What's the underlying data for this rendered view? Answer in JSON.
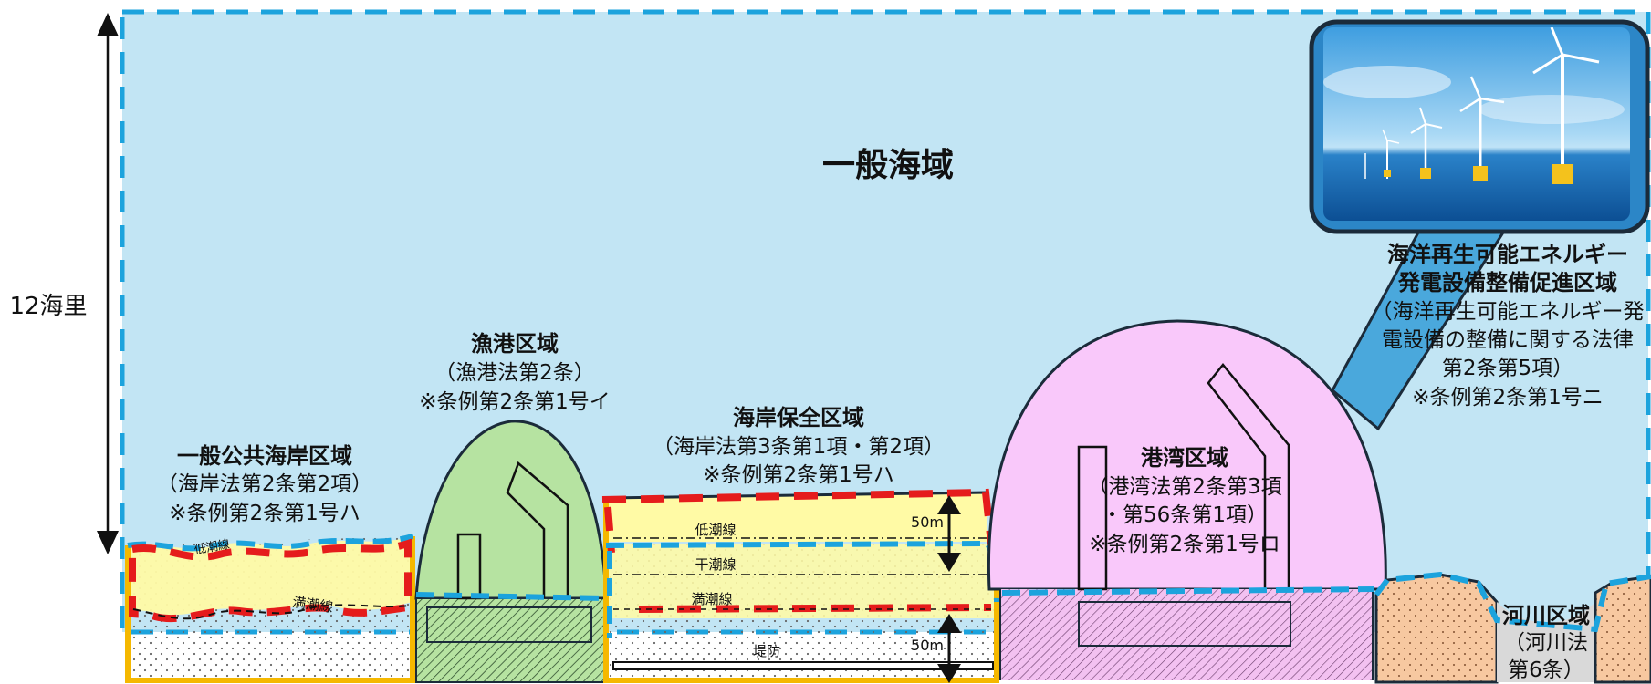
{
  "distance": {
    "label": "12海里"
  },
  "general_sea": {
    "title": "一般海域"
  },
  "renewable": {
    "title_lines": [
      "海洋再生可能エネルギー",
      "発電設備整備促進区域"
    ],
    "law_lines": [
      "（海洋再生可能エネルギー発",
      "電設備の整備に関する法律",
      "第2条第5項）",
      "※条例第2条第1号ニ"
    ],
    "image": "offshore-wind-turbines-photo"
  },
  "zones": {
    "public_coast": {
      "title": "一般公共海岸区域",
      "lines": [
        "（海岸法第2条第2項）",
        "※条例第2条第1号ハ"
      ]
    },
    "fishing_port": {
      "title": "漁港区域",
      "lines": [
        "（漁港法第2条）",
        "※条例第2条第1号イ"
      ]
    },
    "coast_conservation": {
      "title": "海岸保全区域",
      "lines": [
        "（海岸法第3条第1項・第2項）",
        "※条例第2条第1号ハ"
      ]
    },
    "port": {
      "title": "港湾区域",
      "lines": [
        "（港湾法第2条第3項",
        "・第56条第1項）",
        "※条例第2条第1号ロ"
      ]
    },
    "river": {
      "title": "河川区域",
      "lines": [
        "（河川法",
        "第6条）"
      ]
    }
  },
  "lines": {
    "low_tide": "低潮線",
    "high_tide": "満潮線",
    "dry_tide": "干潮線",
    "levee": "堤防",
    "dist_upper": "50m",
    "dist_lower": "50m"
  },
  "colors": {
    "sea": "#c2e5f4",
    "sea_border": "#1ca3dd",
    "beach": "#fffaa5",
    "beach_border": "#f5b800",
    "fishing_port": "#b6e3a1",
    "port": "#f9c8fa",
    "river_bank": "#f7c8a0",
    "river": "#d9d9d9",
    "red_dash": "#e51c1c"
  }
}
